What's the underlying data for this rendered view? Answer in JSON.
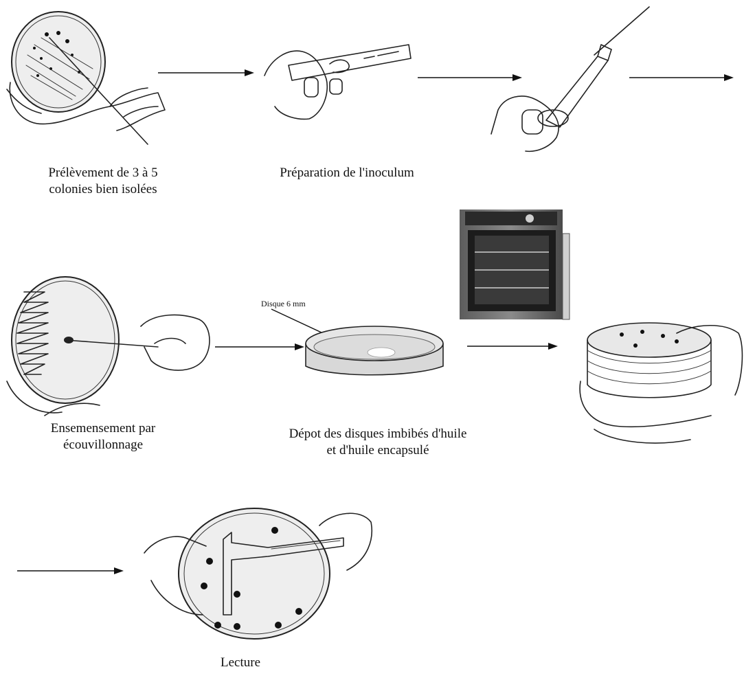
{
  "steps": {
    "step1_label": "Prélèvement de 3 à 5\ncolonies bien isolées",
    "step2_label": "Préparation de l'inoculum",
    "step4_label": "Ensemensement par\nécouvillonnage",
    "step5_label": "Dépot des disques  imbibés d'huile\net d'huile encapsulé",
    "step5_annotation": "Disque 6 mm",
    "step7_label": "Lecture"
  },
  "icons": {
    "arrow": "right-arrow-icon",
    "incubator": "incubator-icon"
  }
}
